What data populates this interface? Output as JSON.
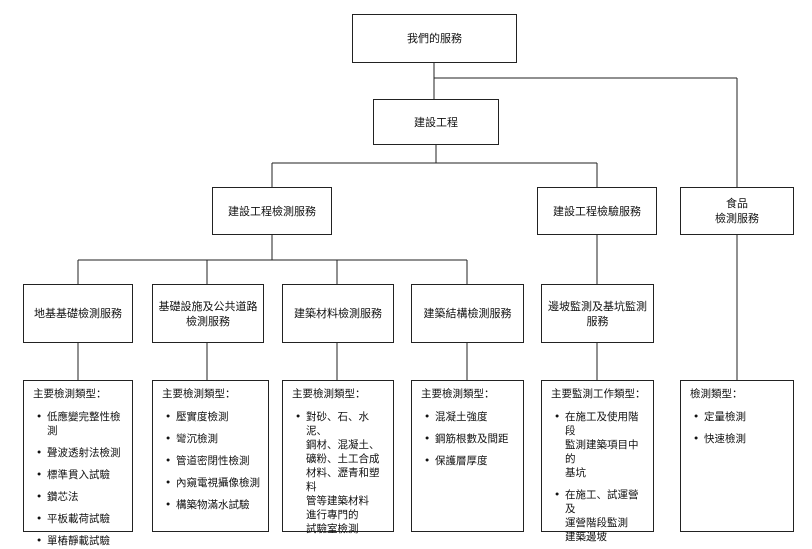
{
  "root": {
    "label": "我們的服務"
  },
  "level1": {
    "label": "建設工程"
  },
  "level2": [
    {
      "id": "testing",
      "label": "建設工程檢測服務"
    },
    {
      "id": "inspection",
      "label": "建設工程檢驗服務"
    },
    {
      "id": "food",
      "lines": [
        "食品",
        "檢測服務"
      ]
    }
  ],
  "level3": [
    {
      "id": "foundation",
      "lines": [
        "地基基礎檢測服務"
      ]
    },
    {
      "id": "infrastructure",
      "lines": [
        "基礎設施及公共道路",
        "檢測服務"
      ]
    },
    {
      "id": "materials",
      "lines": [
        "建築材料檢測服務"
      ]
    },
    {
      "id": "structure",
      "lines": [
        "建築結構檢測服務"
      ]
    },
    {
      "id": "slope",
      "lines": [
        "邊坡監測及基坑監測",
        "服務"
      ]
    }
  ],
  "lists": [
    {
      "id": "foundation",
      "title": "主要檢測類型：",
      "items": [
        [
          "低應變完整性檢測"
        ],
        [
          "聲波透射法檢測"
        ],
        [
          "標準貫入試驗"
        ],
        [
          "鑽芯法"
        ],
        [
          "平板載荷試驗"
        ],
        [
          "單樁靜載試驗"
        ]
      ]
    },
    {
      "id": "infrastructure",
      "title": "主要檢測類型：",
      "items": [
        [
          "壓實度檢測"
        ],
        [
          "彎沉檢測"
        ],
        [
          "管道密閉性檢測"
        ],
        [
          "內窺電視攝像檢測"
        ],
        [
          "構築物滿水試驗"
        ]
      ]
    },
    {
      "id": "materials",
      "title": "主要檢測類型：",
      "items": [
        [
          "對砂、石、水泥、",
          "鋼材、混凝土、",
          "礦粉、土工合成",
          "材料、瀝青和塑料",
          "管等建築材料",
          "進行專門的",
          "試驗室檢測"
        ]
      ]
    },
    {
      "id": "structure",
      "title": "主要檢測類型：",
      "items": [
        [
          "混凝土強度"
        ],
        [
          "鋼筋根數及間距"
        ],
        [
          "保護層厚度"
        ]
      ]
    },
    {
      "id": "slope",
      "title": "主要監測工作類型：",
      "items": [
        [
          "在施工及使用階段",
          "監測建築項目中的",
          "基坑"
        ],
        [
          "在施工、試運營及",
          "運營階段監測",
          "建築邊坡"
        ]
      ]
    },
    {
      "id": "food",
      "title": "檢測類型：",
      "items": [
        [
          "定量檢測"
        ],
        [
          "快速檢測"
        ]
      ]
    }
  ],
  "bullet_symbol": "•",
  "colors": {
    "line": "#222222",
    "text": "#111111",
    "background": "#ffffff"
  }
}
